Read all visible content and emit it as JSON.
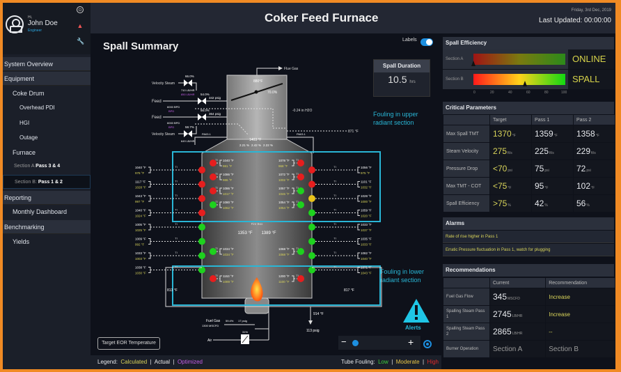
{
  "user": {
    "greeting": "Hi,",
    "name": "John Doe",
    "role": "Engineer"
  },
  "sidebar_icons": {
    "power": "power-icon",
    "bell": "bell-icon",
    "wrench": "wrench-icon"
  },
  "nav": {
    "system_overview": "System Overview",
    "equipment": "Equipment",
    "coke_drum": "Coke Drum",
    "overhead_pdi": "Overhead PDI",
    "hgi": "HGI",
    "outage": "Outage",
    "furnace": "Furnace",
    "section_a": "Section A",
    "section_a_pass": "Pass 3 & 4",
    "section_b": "Section B:",
    "section_b_pass": "Pass 1 & 2",
    "reporting": "Reporting",
    "monthly_dashboard": "Monthly Dashboard",
    "benchmarking": "Benchmarking",
    "yields": "Yields"
  },
  "header": {
    "title": "Coker Feed Furnace",
    "date": "Friday, 3rd Dec, 2019",
    "last_updated": "Last Updated:  00:00:00"
  },
  "main": {
    "title": "Spall Summary",
    "labels_toggle": "Labels",
    "labels_on": true,
    "spall_duration": {
      "label": "Spall Duration",
      "value": "10.5",
      "unit": "hrs"
    },
    "fouling_upper": [
      "Fouling in upper",
      "radiant section"
    ],
    "fouling_lower": [
      "Fouling in lower",
      "radiant section"
    ],
    "alerts_label": "Alerts",
    "eor_button": "Target EOR Temperature",
    "zoom_minus": "−",
    "zoom_plus": "+",
    "zoom_level_pct": 10,
    "legend": {
      "prefix": "Legend:",
      "calculated": "Calculated",
      "actual": "Actual",
      "optimized": "Optimized",
      "sep": "|"
    },
    "tube_fouling": {
      "prefix": "Tube Fouling:",
      "low": "Low",
      "moderate": "Moderate",
      "high": "High",
      "sep": "|"
    },
    "diagram": {
      "flue_gas": "Flue Gas",
      "stack_temp": "880°F",
      "damper_pct": "70.0%",
      "draft": "-0.24 in H2O",
      "velocity_steam_top": "Velocity Steam",
      "velocity_steam_top_pct": "66.0%",
      "velocity_steam_top_flow1": "710 LB/HR",
      "velocity_steam_top_flow2": "850 LB/HR",
      "feed1": "Feed",
      "feed1_pct": "54.0%",
      "feed1_psig": "342 psig",
      "feed1_bpd": "6000 BPD",
      "feed1_opt": "BPD",
      "feed2": "Feed",
      "feed2_pct": "56.0%",
      "feed2_psig": "364 psig",
      "feed2_bpd": "6000 BPD",
      "feed2_opt": "BPD",
      "velocity_steam_bot": "Velocity Steam",
      "velocity_steam_bot_pct": "58.7%",
      "velocity_steam_bot_flow": "649 LB/HR",
      "crossover_temp": "1403 °F",
      "o2_values": [
        "2.21 %",
        "2.42 %",
        "2.22 %"
      ],
      "right_temp": "871 °F",
      "left_psig": "PA03.1",
      "right_psig": "PA03.1",
      "firebox": "Fire Box",
      "firebox_temps": [
        "1353 °F",
        "1389 °F"
      ],
      "left_bottom_temp": "813 °F",
      "right_bottom_temp": "817 °F",
      "outlet_temp": "914 °F",
      "outlet_psig": "113 psig",
      "fuel_gas": "Fuel Gas",
      "fuel_gas_flow": "1300 MSCFD",
      "fuel_gas_pct": "59.4%",
      "fuel_gas_psig": "17 psig",
      "air": "Air",
      "air_pct": "31%",
      "tube_label": "TI",
      "left_tubes": [
        {
          "actual": "1040 °F",
          "calc": "978 °F",
          "status": "red"
        },
        {
          "actual": "1117 °F",
          "calc": "1028 °F",
          "status": "red"
        },
        {
          "actual": "1043 °F",
          "calc": "997 °F",
          "status": "red"
        },
        {
          "actual": "1040 °F",
          "calc": "1024 °F",
          "status": "red"
        },
        {
          "actual": "1005 °F",
          "calc": "1025 °F",
          "status": "green"
        },
        {
          "actual": "1009 °F",
          "calc": "992 °F",
          "status": "green"
        },
        {
          "actual": "1033 °F",
          "calc": "1003 °F",
          "status": "green"
        },
        {
          "actual": "1038 °F",
          "calc": "1030 °F",
          "status": "green"
        }
      ],
      "inner_left_tubes": [
        {
          "actual": "1040 °F",
          "calc": "981 °F",
          "status": "red"
        },
        {
          "actual": "1086 °F",
          "calc": "986 °F",
          "status": "red"
        },
        {
          "actual": "1086 °F",
          "calc": "1017 °F",
          "status": "red"
        },
        {
          "actual": "1080 °F",
          "calc": "1062 °F",
          "status": "green"
        }
      ],
      "inner_right_tubes": [
        {
          "actual": "1078 °F",
          "calc": "968 °F",
          "status": "red"
        },
        {
          "actual": "1072 °F",
          "calc": "1002 °F",
          "status": "red"
        },
        {
          "actual": "1057 °F",
          "calc": "1046 °F",
          "status": "green"
        },
        {
          "actual": "1054 °F",
          "calc": "1054 °F",
          "status": "green"
        }
      ],
      "right_tubes": [
        {
          "actual": "1056 °F",
          "calc": "975 °F",
          "status": "red"
        },
        {
          "actual": "1101 °F",
          "calc": "1032 °F",
          "status": "red"
        },
        {
          "actual": "1028 °F",
          "calc": "1000 °F",
          "status": "yellow"
        },
        {
          "actual": "1059 °F",
          "calc": "1020 °F",
          "status": "green"
        },
        {
          "actual": "1033 °F",
          "calc": "1037 °F",
          "status": "green"
        },
        {
          "actual": "1035 °F",
          "calc": "1033 °F",
          "status": "green"
        },
        {
          "actual": "1082 °F",
          "calc": "1040 °F",
          "status": "green"
        },
        {
          "actual": "1071 °F",
          "calc": "1043 °F",
          "status": "green"
        }
      ],
      "mid_left": {
        "actual": "1034 °F",
        "calc": "1034 °F",
        "status": "green"
      },
      "mid_right": {
        "actual": "1068 °F",
        "calc": "1068 °F",
        "status": "green"
      },
      "low_left": {
        "actual": "1153 °F",
        "calc": "1089 °F",
        "status": "red"
      },
      "low_right": {
        "actual": "1200 °F",
        "calc": "1100 °F",
        "status": "red"
      }
    }
  },
  "spall_efficiency": {
    "title": "Spall Efficiency",
    "sections": [
      {
        "label": "Section A",
        "value": 0,
        "status": "ONLINE"
      },
      {
        "label": "Section B",
        "value": 56,
        "status": "SPALL"
      }
    ],
    "ticks": [
      "0",
      "20",
      "40",
      "60",
      "80",
      "100"
    ]
  },
  "critical_parameters": {
    "title": "Critical Parameters",
    "columns": [
      "",
      "Target",
      "Pass 1",
      "Pass 2"
    ],
    "rows": [
      {
        "label": "Max Spall TMT",
        "target": "1370",
        "pass1": "1359",
        "pass2": "1358",
        "unit": "°F"
      },
      {
        "label": "Steam Velocity",
        "target": "275",
        "pass1": "225",
        "pass2": "229",
        "unit": "ft/s"
      },
      {
        "label": "Pressure Drop",
        "target": "<70",
        "pass1": "75",
        "pass2": "72",
        "unit": "psi"
      },
      {
        "label": "Max TMT - COT",
        "target": "<75",
        "pass1": "95",
        "pass2": "102",
        "unit": "°F"
      },
      {
        "label": "Spall Efficiency",
        "target": ">75",
        "pass1": "42",
        "pass2": "56",
        "unit": "%"
      }
    ]
  },
  "alarms": {
    "title": "Alarms",
    "items": [
      "Rate of rise higher in Pass 1",
      "Erratic Pressure fluctuation in Pass 1, watch for plugging"
    ]
  },
  "recommendations": {
    "title": "Recommendations",
    "columns": [
      "",
      "Current",
      "Recommendation"
    ],
    "rows": [
      {
        "label": "Fuel Gas Flow",
        "current": "345",
        "unit": "MSCFD",
        "rec": "Increase"
      },
      {
        "label": "Spalling Steam Pass 1",
        "current": "2745",
        "unit": "LB/HR",
        "rec": "Increase"
      },
      {
        "label": "Spalling Steam Pass 2",
        "current": "2865",
        "unit": "LB/HR",
        "rec": "--"
      },
      {
        "label": "Burner Operation",
        "current": "Section A",
        "unit": "",
        "rec": "Section B"
      }
    ]
  },
  "colors": {
    "accent": "#1d8fe0",
    "cyan": "#29b6d6",
    "calculated": "#d9d45a",
    "optimized": "#c65ee8",
    "low": "#3ecf3e",
    "moderate": "#e8c547",
    "high": "#e12a2a",
    "frame": "#f08a24"
  }
}
